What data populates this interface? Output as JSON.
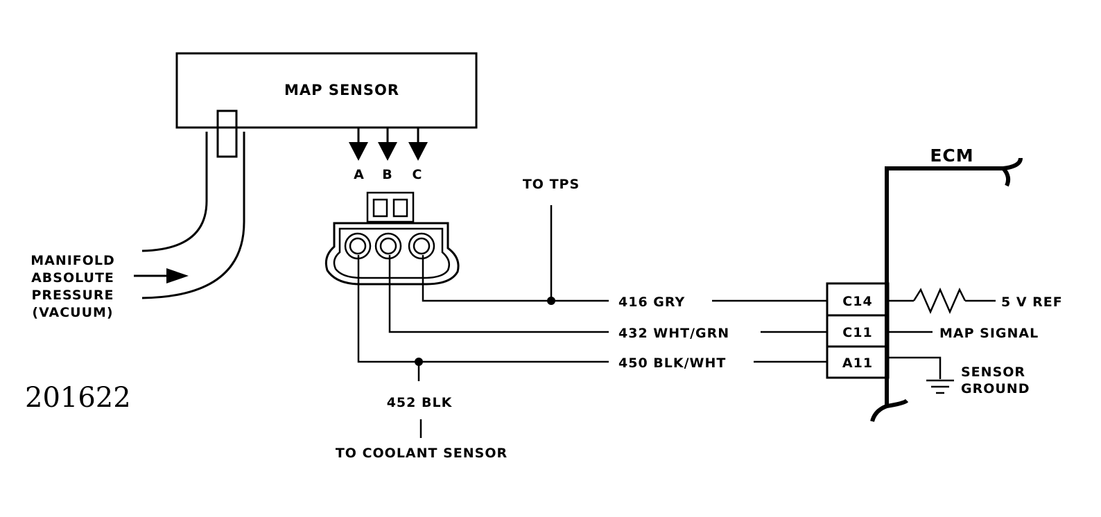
{
  "sensor": {
    "title": "MAP SENSOR",
    "pins": [
      "A",
      "B",
      "C"
    ]
  },
  "inlet": {
    "lines": [
      "MANIFOLD",
      "ABSOLUTE",
      "PRESSURE",
      "(VACUUM)"
    ]
  },
  "figure_number": "201622",
  "junctions": {
    "tps": "TO TPS",
    "ground_wire": "452 BLK",
    "coolant": "TO COOLANT SENSOR"
  },
  "wires": [
    {
      "label": "416 GRY",
      "terminal": "C14",
      "function": "5 V REF"
    },
    {
      "label": "432 WHT/GRN",
      "terminal": "C11",
      "function": "MAP SIGNAL"
    },
    {
      "label": "450 BLK/WHT",
      "terminal": "A11",
      "function_lines": [
        "SENSOR",
        "GROUND"
      ]
    }
  ],
  "ecm": {
    "title": "ECM"
  }
}
